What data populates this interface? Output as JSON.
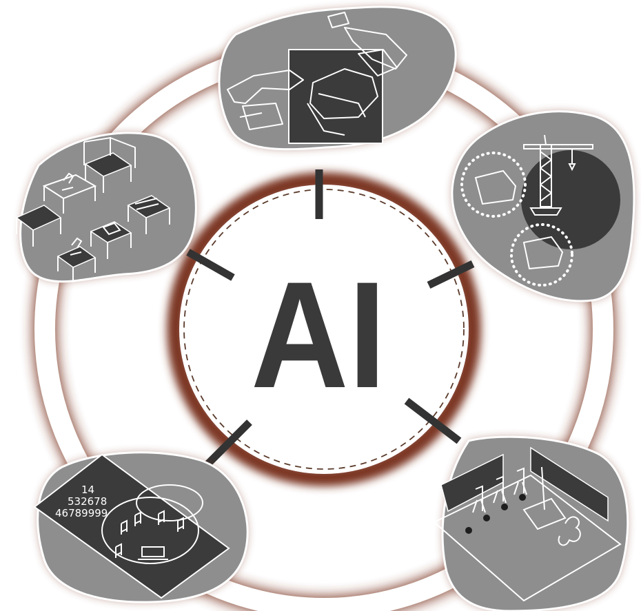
{
  "center": {
    "label": "AI"
  },
  "panels": [
    {
      "key": "robotics-assembly",
      "icon": "robot-arm-icon"
    },
    {
      "key": "construction-site",
      "icon": "tower-crane-icon"
    },
    {
      "key": "exhibition-hall",
      "icon": "exhibition-hall-icon"
    },
    {
      "key": "meeting-planning",
      "icon": "chairs-planning-icon",
      "digits": [
        "14",
        "532678",
        "46789999"
      ]
    },
    {
      "key": "laboratory-furniture",
      "icon": "lab-tables-icon"
    }
  ],
  "colors": {
    "ring": "#ffffff",
    "glow": "#7a3520",
    "panel_fill": "#8e8e8e",
    "panel_dark": "#3b3b3b",
    "line_art": "#ffffff",
    "spoke": "#333333",
    "center_text": "#3a3a3a"
  }
}
